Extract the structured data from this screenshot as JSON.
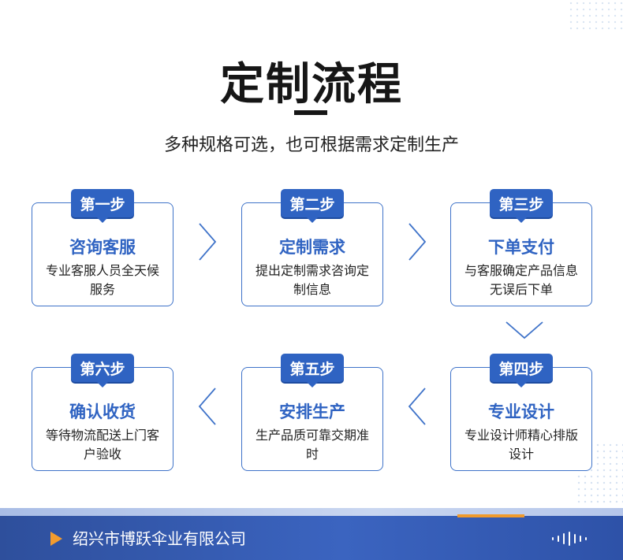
{
  "header": {
    "title": "定制流程",
    "subtitle": "多种规格可选，也可根据需求定制生产"
  },
  "steps": [
    {
      "badge": "第一步",
      "title": "咨询客服",
      "desc": "专业客服人员全天候服务"
    },
    {
      "badge": "第二步",
      "title": "定制需求",
      "desc": "提出定制需求咨询定制信息"
    },
    {
      "badge": "第三步",
      "title": "下单支付",
      "desc": "与客服确定产品信息无误后下单"
    },
    {
      "badge": "第四步",
      "title": "专业设计",
      "desc": "专业设计师精心排版设计"
    },
    {
      "badge": "第五步",
      "title": "安排生产",
      "desc": "生产品质可靠交期准时"
    },
    {
      "badge": "第六步",
      "title": "确认收货",
      "desc": "等待物流配送上门客户验收"
    }
  ],
  "footer": {
    "company": "绍兴市博跃伞业有限公司"
  },
  "colors": {
    "accent": "#2f63c2",
    "orange": "#f29b2e",
    "footer_bg": "#3b64c0"
  },
  "icons": [
    "chevron-right-icon",
    "chevron-left-icon",
    "chevron-down-icon",
    "play-icon",
    "equalizer-icon"
  ]
}
